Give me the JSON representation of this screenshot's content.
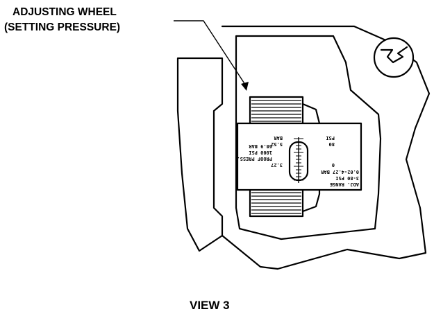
{
  "callout": {
    "line1": "ADJUSTING WHEEL",
    "line2": "(SETTING PRESSURE)"
  },
  "view_label": "VIEW 3",
  "scale_plate": {
    "header": [
      "ADJ. RANGE",
      "3-80 PSI",
      "0.02-4.27 BAR"
    ],
    "left_values": [
      "3.27",
      "5.52",
      "BAR"
    ],
    "right_values": [
      "0",
      "80",
      "PSI"
    ],
    "proof": [
      "PROOF PRESS.",
      "1000 PSI",
      "68.9 BAR"
    ]
  }
}
